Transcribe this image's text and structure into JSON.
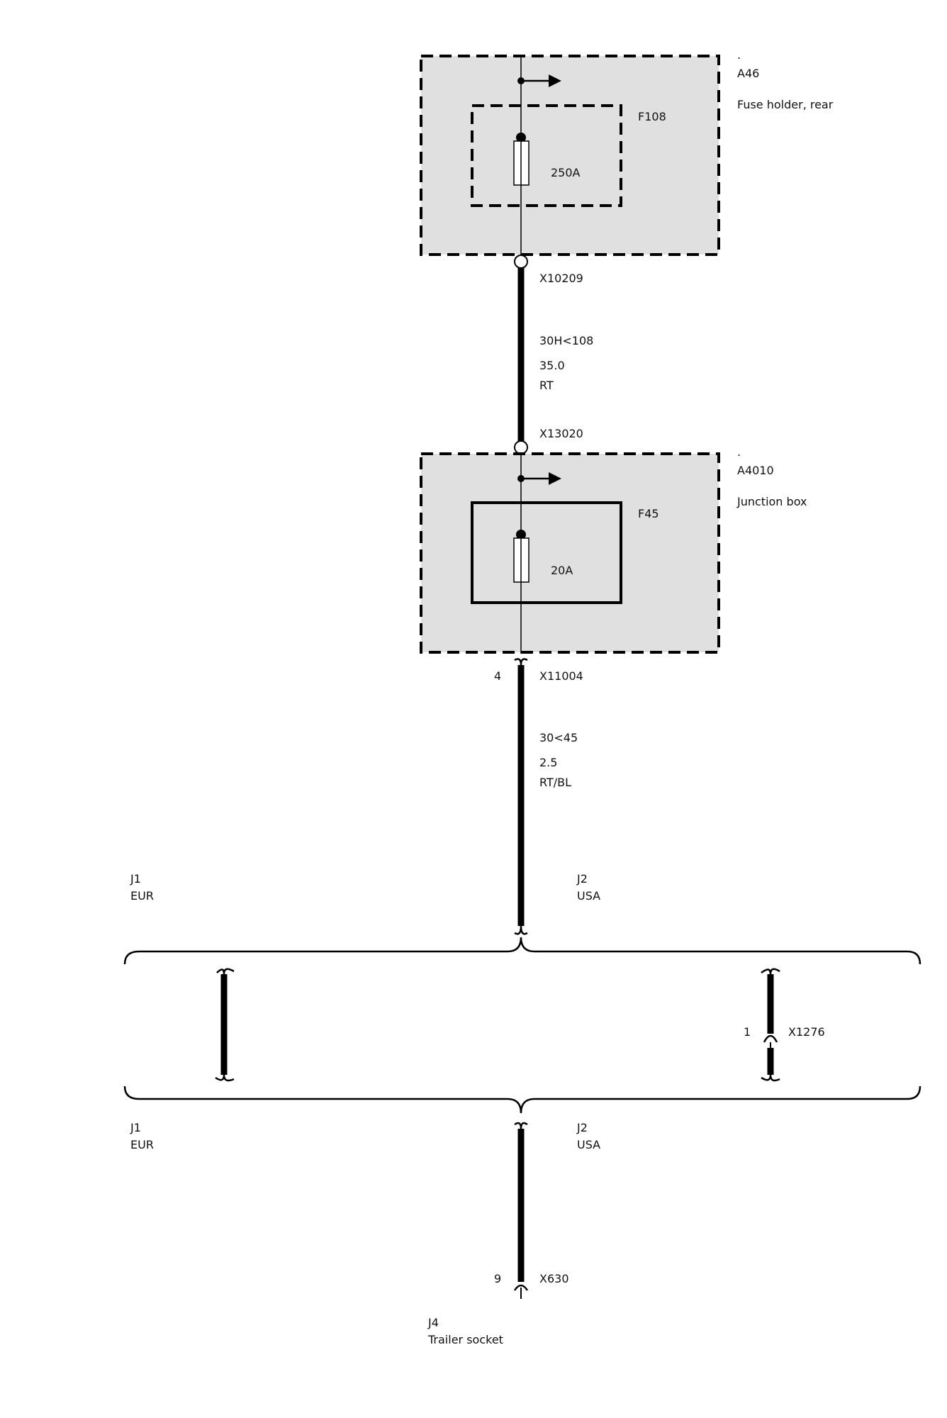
{
  "components": {
    "a46": {
      "dot": ".",
      "id": "A46",
      "name": "Fuse holder, rear"
    },
    "f108": {
      "id": "F108",
      "rating": "250A"
    },
    "a4010": {
      "dot": ".",
      "id": "A4010",
      "name": "Junction box"
    },
    "f45": {
      "id": "F45",
      "rating": "20A"
    }
  },
  "connectors": {
    "x10209": "X10209",
    "x13020": "X13020",
    "x11004": {
      "id": "X11004",
      "pin": "4"
    },
    "x1276": {
      "id": "X1276",
      "pin": "1"
    },
    "x630": {
      "id": "X630",
      "pin": "9"
    }
  },
  "wires": {
    "w1": {
      "circuit": "30H<108",
      "size": "35.0",
      "color": "RT"
    },
    "w2": {
      "circuit": "30<45",
      "size": "2.5",
      "color": "RT/BL"
    }
  },
  "junctions": {
    "upper_left": {
      "id": "J1",
      "region": "EUR"
    },
    "upper_right": {
      "id": "J2",
      "region": "USA"
    },
    "lower_left": {
      "id": "J1",
      "region": "EUR"
    },
    "lower_right": {
      "id": "J2",
      "region": "USA"
    },
    "bottom": {
      "id": "J4",
      "name": "Trailer socket"
    }
  },
  "colors": {
    "box_fill": "#e0e0e0",
    "line": "#000000"
  }
}
